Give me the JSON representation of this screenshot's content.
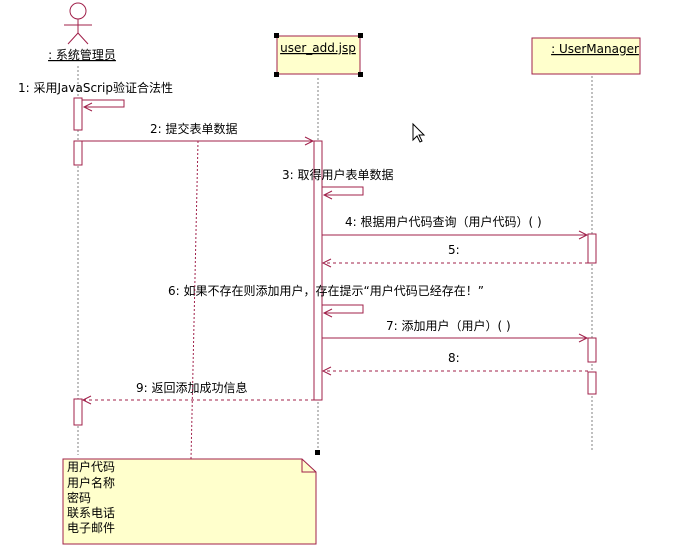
{
  "actors": {
    "admin": {
      "label": ": 系统管理员"
    },
    "jsp": {
      "label": "user_add.jsp"
    },
    "manager": {
      "label": ": UserManager"
    }
  },
  "messages": [
    {
      "label": "1: 采用JavaScrip验证合法性"
    },
    {
      "label": "2: 提交表单数据"
    },
    {
      "label": "3: 取得用户表单数据"
    },
    {
      "label": "4: 根据用户代码查询（用户代码）( )"
    },
    {
      "label": "5:"
    },
    {
      "label": "6: 如果不存在则添加用户，存在提示“用户代码已经存在！”"
    },
    {
      "label": "7: 添加用户（用户）( )"
    },
    {
      "label": "8:"
    },
    {
      "label": "9: 返回添加成功信息"
    }
  ],
  "note": {
    "lines": [
      "用户代码",
      "用户名称",
      "密码",
      "联系电话",
      "电子邮件"
    ]
  },
  "colors": {
    "line": "#a0204a",
    "box_fill": "#ffffcc",
    "lifeline": "#808080"
  }
}
